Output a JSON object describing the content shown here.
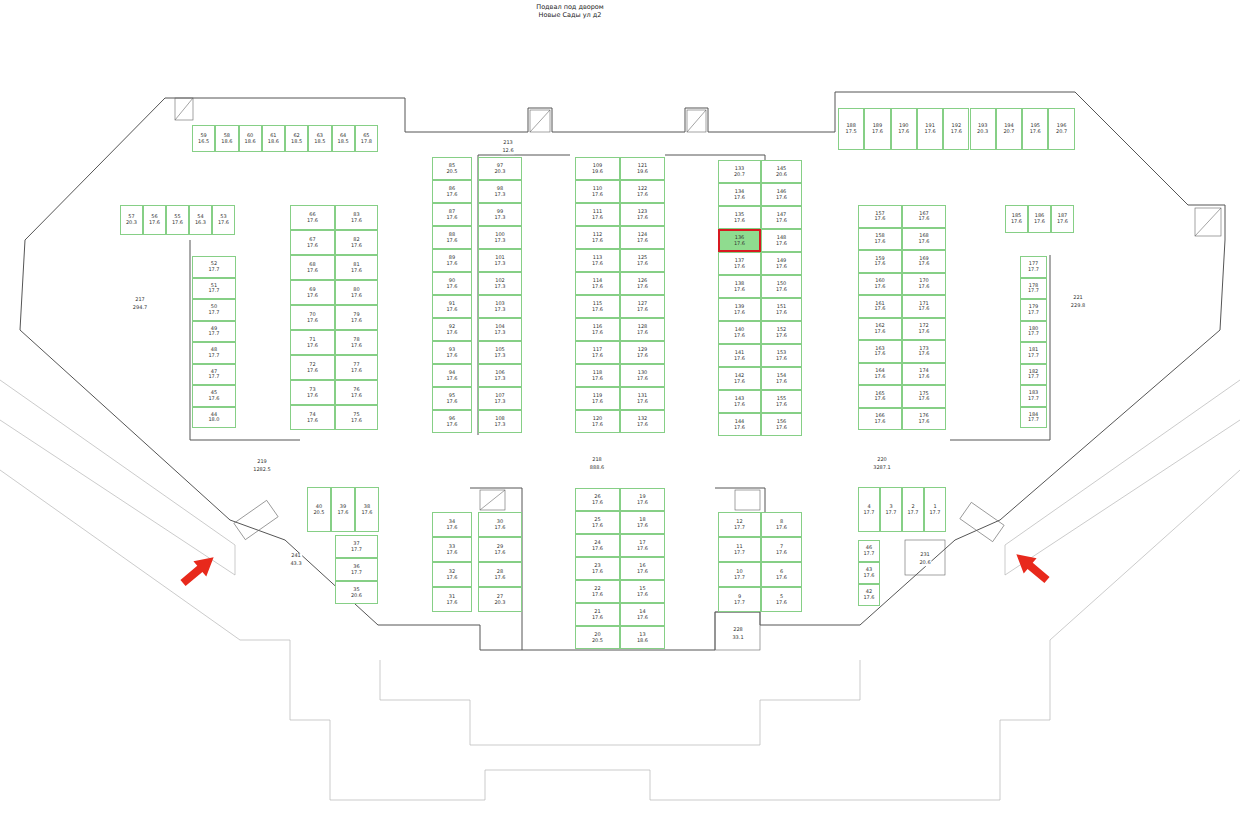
{
  "diagram": {
    "title": "Подвал под двором Новые Сады ул д2",
    "nodes": [
      {
        "text": [
          "59",
          "16.5"
        ]
      },
      {
        "text": [
          "58",
          "18.6"
        ]
      },
      {
        "text": [
          "60",
          "18.6"
        ]
      },
      {
        "text": [
          "61",
          "18.6"
        ]
      },
      {
        "text": [
          "62",
          "18.5"
        ]
      },
      {
        "text": [
          "63",
          "18.5"
        ]
      },
      {
        "text": [
          "64",
          "18.5"
        ]
      },
      {
        "text": [
          "65",
          "17.8"
        ]
      },
      {
        "text": [
          "57",
          "20.3"
        ]
      },
      {
        "text": [
          "56",
          "17.6"
        ]
      },
      {
        "text": [
          "55",
          "17.6"
        ]
      },
      {
        "text": [
          "54",
          "16.3"
        ]
      },
      {
        "text": [
          "53",
          "17.6"
        ]
      },
      {
        "text": [
          "52",
          "17.7"
        ]
      },
      {
        "text": [
          "51",
          "17.7"
        ]
      },
      {
        "text": [
          "50",
          "17.7"
        ]
      },
      {
        "text": [
          "49",
          "17.7"
        ]
      },
      {
        "text": [
          "48",
          "17.7"
        ]
      },
      {
        "text": [
          "47",
          "17.7"
        ]
      },
      {
        "text": [
          "45",
          "17.6"
        ]
      },
      {
        "text": [
          "44",
          "18.0"
        ]
      },
      {
        "text": [
          "66",
          "17.6"
        ]
      },
      {
        "text": [
          "67",
          "17.6"
        ]
      },
      {
        "text": [
          "68",
          "17.6"
        ]
      },
      {
        "text": [
          "69",
          "17.6"
        ]
      },
      {
        "text": [
          "70",
          "17.6"
        ]
      },
      {
        "text": [
          "71",
          "17.6"
        ]
      },
      {
        "text": [
          "72",
          "17.6"
        ]
      },
      {
        "text": [
          "73",
          "17.6"
        ]
      },
      {
        "text": [
          "74",
          "17.6"
        ]
      },
      {
        "text": [
          "83",
          "17.6"
        ]
      },
      {
        "text": [
          "82",
          "17.6"
        ]
      },
      {
        "text": [
          "81",
          "17.6"
        ]
      },
      {
        "text": [
          "80",
          "17.6"
        ]
      },
      {
        "text": [
          "79",
          "17.6"
        ]
      },
      {
        "text": [
          "78",
          "17.6"
        ]
      },
      {
        "text": [
          "77",
          "17.6"
        ]
      },
      {
        "text": [
          "76",
          "17.6"
        ]
      },
      {
        "text": [
          "75",
          "17.6"
        ]
      },
      {
        "text": [
          "85",
          "20.5"
        ]
      },
      {
        "text": [
          "86",
          "17.6"
        ]
      },
      {
        "text": [
          "87",
          "17.6"
        ]
      },
      {
        "text": [
          "88",
          "17.6"
        ]
      },
      {
        "text": [
          "89",
          "17.6"
        ]
      },
      {
        "text": [
          "90",
          "17.6"
        ]
      },
      {
        "text": [
          "91",
          "17.6"
        ]
      },
      {
        "text": [
          "92",
          "17.6"
        ]
      },
      {
        "text": [
          "93",
          "17.6"
        ]
      },
      {
        "text": [
          "94",
          "17.6"
        ]
      },
      {
        "text": [
          "95",
          "17.6"
        ]
      },
      {
        "text": [
          "96",
          "17.6"
        ]
      },
      {
        "text": [
          "97",
          "20.3"
        ]
      },
      {
        "text": [
          "98",
          "17.3"
        ]
      },
      {
        "text": [
          "99",
          "17.3"
        ]
      },
      {
        "text": [
          "100",
          "17.3"
        ]
      },
      {
        "text": [
          "101",
          "17.3"
        ]
      },
      {
        "text": [
          "102",
          "17.3"
        ]
      },
      {
        "text": [
          "103",
          "17.3"
        ]
      },
      {
        "text": [
          "104",
          "17.3"
        ]
      },
      {
        "text": [
          "105",
          "17.3"
        ]
      },
      {
        "text": [
          "106",
          "17.3"
        ]
      },
      {
        "text": [
          "107",
          "17.3"
        ]
      },
      {
        "text": [
          "108",
          "17.3"
        ]
      },
      {
        "text": [
          "109",
          "19.6"
        ]
      },
      {
        "text": [
          "110",
          "17.6"
        ]
      },
      {
        "text": [
          "111",
          "17.6"
        ]
      },
      {
        "text": [
          "112",
          "17.6"
        ]
      },
      {
        "text": [
          "113",
          "17.6"
        ]
      },
      {
        "text": [
          "114",
          "17.6"
        ]
      },
      {
        "text": [
          "115",
          "17.6"
        ]
      },
      {
        "text": [
          "116",
          "17.6"
        ]
      },
      {
        "text": [
          "117",
          "17.6"
        ]
      },
      {
        "text": [
          "118",
          "17.6"
        ]
      },
      {
        "text": [
          "119",
          "17.6"
        ]
      },
      {
        "text": [
          "120",
          "17.6"
        ]
      },
      {
        "text": [
          "121",
          "19.6"
        ]
      },
      {
        "text": [
          "122",
          "17.6"
        ]
      },
      {
        "text": [
          "123",
          "17.6"
        ]
      },
      {
        "text": [
          "124",
          "17.6"
        ]
      },
      {
        "text": [
          "125",
          "17.6"
        ]
      },
      {
        "text": [
          "126",
          "17.6"
        ]
      },
      {
        "text": [
          "127",
          "17.6"
        ]
      },
      {
        "text": [
          "128",
          "17.6"
        ]
      },
      {
        "text": [
          "129",
          "17.6"
        ]
      },
      {
        "text": [
          "130",
          "17.6"
        ]
      },
      {
        "text": [
          "131",
          "17.6"
        ]
      },
      {
        "text": [
          "132",
          "17.6"
        ]
      },
      {
        "text": [
          "133",
          "20.7"
        ]
      },
      {
        "text": [
          "134",
          "17.6"
        ]
      },
      {
        "text": [
          "135",
          "17.6"
        ]
      },
      {
        "text": [
          "136",
          "17.6"
        ]
      },
      {
        "text": [
          "137",
          "17.6"
        ]
      },
      {
        "text": [
          "138",
          "17.6"
        ]
      },
      {
        "text": [
          "139",
          "17.6"
        ]
      },
      {
        "text": [
          "140",
          "17.6"
        ]
      },
      {
        "text": [
          "141",
          "17.6"
        ]
      },
      {
        "text": [
          "142",
          "17.6"
        ]
      },
      {
        "text": [
          "143",
          "17.6"
        ]
      },
      {
        "text": [
          "144",
          "17.6"
        ]
      },
      {
        "text": [
          "145",
          "20.6"
        ]
      },
      {
        "text": [
          "146",
          "17.6"
        ]
      },
      {
        "text": [
          "147",
          "17.6"
        ]
      },
      {
        "text": [
          "148",
          "17.6"
        ]
      },
      {
        "text": [
          "149",
          "17.6"
        ]
      },
      {
        "text": [
          "150",
          "17.6"
        ]
      },
      {
        "text": [
          "151",
          "17.6"
        ]
      },
      {
        "text": [
          "152",
          "17.6"
        ]
      },
      {
        "text": [
          "153",
          "17.6"
        ]
      },
      {
        "text": [
          "154",
          "17.6"
        ]
      },
      {
        "text": [
          "155",
          "17.6"
        ]
      },
      {
        "text": [
          "156",
          "17.6"
        ]
      },
      {
        "text": [
          "157",
          "17.6"
        ]
      },
      {
        "text": [
          "158",
          "17.6"
        ]
      },
      {
        "text": [
          "159",
          "17.6"
        ]
      },
      {
        "text": [
          "160",
          "17.6"
        ]
      },
      {
        "text": [
          "161",
          "17.6"
        ]
      },
      {
        "text": [
          "162",
          "17.6"
        ]
      },
      {
        "text": [
          "163",
          "17.6"
        ]
      },
      {
        "text": [
          "164",
          "17.6"
        ]
      },
      {
        "text": [
          "165",
          "17.6"
        ]
      },
      {
        "text": [
          "166",
          "17.6"
        ]
      },
      {
        "text": [
          "167",
          "17.6"
        ]
      },
      {
        "text": [
          "168",
          "17.6"
        ]
      },
      {
        "text": [
          "169",
          "17.6"
        ]
      },
      {
        "text": [
          "170",
          "17.6"
        ]
      },
      {
        "text": [
          "171",
          "17.6"
        ]
      },
      {
        "text": [
          "172",
          "17.6"
        ]
      },
      {
        "text": [
          "173",
          "17.6"
        ]
      },
      {
        "text": [
          "174",
          "17.6"
        ]
      },
      {
        "text": [
          "175",
          "17.6"
        ]
      },
      {
        "text": [
          "176",
          "17.6"
        ]
      },
      {
        "text": [
          "177",
          "17.7"
        ]
      },
      {
        "text": [
          "178",
          "17.7"
        ]
      },
      {
        "text": [
          "179",
          "17.7"
        ]
      },
      {
        "text": [
          "180",
          "17.7"
        ]
      },
      {
        "text": [
          "181",
          "17.7"
        ]
      },
      {
        "text": [
          "182",
          "17.7"
        ]
      },
      {
        "text": [
          "183",
          "17.7"
        ]
      },
      {
        "text": [
          "184",
          "17.7"
        ]
      },
      {
        "text": [
          "185",
          "17.6"
        ]
      },
      {
        "text": [
          "186",
          "17.6"
        ]
      },
      {
        "text": [
          "187",
          "17.6"
        ]
      },
      {
        "text": [
          "188",
          "17.5"
        ]
      },
      {
        "text": [
          "189",
          "17.6"
        ]
      },
      {
        "text": [
          "190",
          "17.6"
        ]
      },
      {
        "text": [
          "191",
          "17.6"
        ]
      },
      {
        "text": [
          "192",
          "17.6"
        ]
      },
      {
        "text": [
          "193",
          "20.3"
        ]
      },
      {
        "text": [
          "194",
          "20.7"
        ]
      },
      {
        "text": [
          "195",
          "17.6"
        ]
      },
      {
        "text": [
          "196",
          "20.7"
        ]
      },
      {
        "text": [
          "40",
          "20.5"
        ]
      },
      {
        "text": [
          "39",
          "17.6"
        ]
      },
      {
        "text": [
          "38",
          "17.6"
        ]
      },
      {
        "text": [
          "37",
          "17.7"
        ]
      },
      {
        "text": [
          "36",
          "17.7"
        ]
      },
      {
        "text": [
          "35",
          "20.6"
        ]
      },
      {
        "text": [
          "34",
          "17.6"
        ]
      },
      {
        "text": [
          "33",
          "17.6"
        ]
      },
      {
        "text": [
          "32",
          "17.6"
        ]
      },
      {
        "text": [
          "31",
          "17.6"
        ]
      },
      {
        "text": [
          "30",
          "17.6"
        ]
      },
      {
        "text": [
          "29",
          "17.6"
        ]
      },
      {
        "text": [
          "28",
          "17.6"
        ]
      },
      {
        "text": [
          "27",
          "20.3"
        ]
      },
      {
        "text": [
          "26",
          "17.6"
        ]
      },
      {
        "text": [
          "25",
          "17.6"
        ]
      },
      {
        "text": [
          "24",
          "17.6"
        ]
      },
      {
        "text": [
          "23",
          "17.6"
        ]
      },
      {
        "text": [
          "22",
          "17.6"
        ]
      },
      {
        "text": [
          "21",
          "17.6"
        ]
      },
      {
        "text": [
          "20",
          "20.5"
        ]
      },
      {
        "text": [
          "19",
          "17.6"
        ]
      },
      {
        "text": [
          "18",
          "17.6"
        ]
      },
      {
        "text": [
          "17",
          "17.6"
        ]
      },
      {
        "text": [
          "16",
          "17.6"
        ]
      },
      {
        "text": [
          "15",
          "17.6"
        ]
      },
      {
        "text": [
          "14",
          "17.6"
        ]
      },
      {
        "text": [
          "13",
          "18.6"
        ]
      },
      {
        "text": [
          "12",
          "17.7"
        ]
      },
      {
        "text": [
          "11",
          "17.7"
        ]
      },
      {
        "text": [
          "10",
          "17.7"
        ]
      },
      {
        "text": [
          "9",
          "17.7"
        ]
      },
      {
        "text": [
          "8",
          "17.6"
        ]
      },
      {
        "text": [
          "7",
          "17.6"
        ]
      },
      {
        "text": [
          "6",
          "17.6"
        ]
      },
      {
        "text": [
          "5",
          "17.6"
        ]
      },
      {
        "text": [
          "4",
          "17.7"
        ]
      },
      {
        "text": [
          "3",
          "17.7"
        ]
      },
      {
        "text": [
          "2",
          "17.7"
        ]
      },
      {
        "text": [
          "1",
          "17.7"
        ]
      },
      {
        "text": [
          "46",
          "17.7"
        ]
      },
      {
        "text": [
          "43",
          "17.6"
        ]
      },
      {
        "text": [
          "42",
          "17.6"
        ]
      }
    ],
    "labels": [
      "217",
      "294.7",
      "219",
      "1282.5",
      "218",
      "888.6",
      "220",
      "3287.1",
      "221",
      "229.8",
      "228",
      "33.1",
      "241",
      "43.3",
      "231",
      "20.6",
      "213",
      "12.6"
    ]
  }
}
